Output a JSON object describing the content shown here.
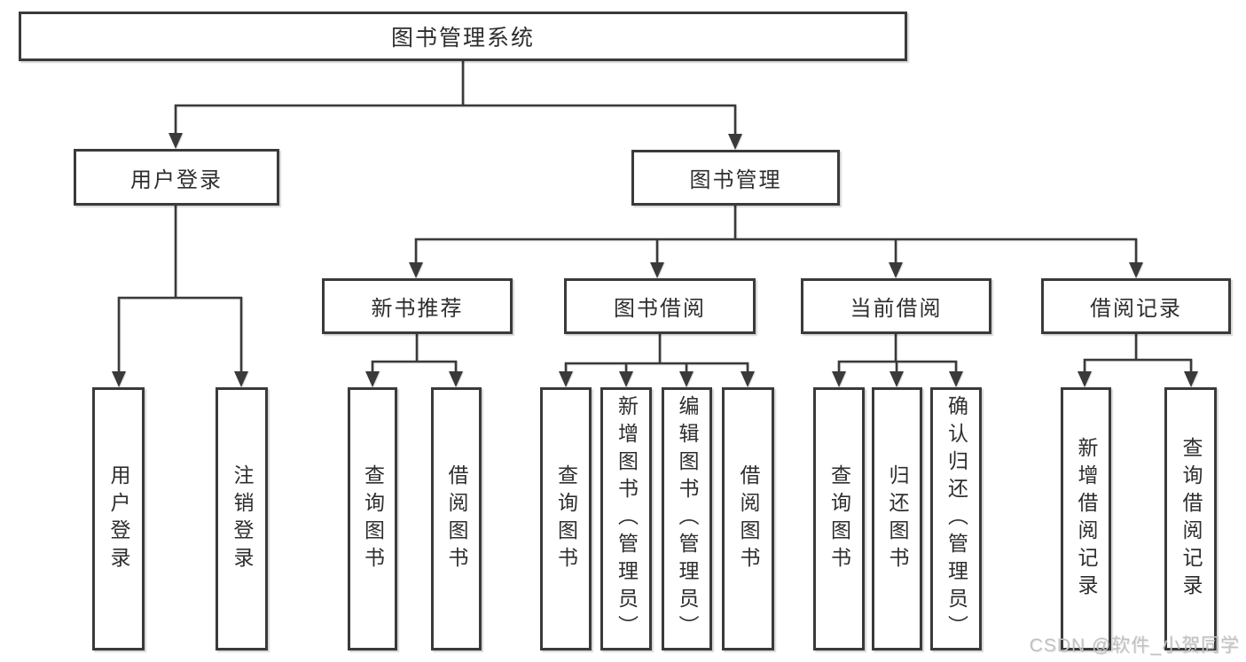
{
  "diagram": {
    "title": "图书管理系统",
    "nodes": {
      "root": "图书管理系统",
      "l2": [
        "用户登录",
        "图书管理"
      ],
      "l3": [
        "新书推荐",
        "图书借阅",
        "当前借阅",
        "借阅记录"
      ],
      "leaves": [
        "用户登录",
        "注销登录",
        "查询图书",
        "借阅图书",
        "查询图书",
        "新增图书（管理员）",
        "编辑图书（管理员）",
        "借阅图书",
        "查询图书",
        "归还图书",
        "确认归还（管理员）",
        "新增借阅记录",
        "查询借阅记录"
      ]
    },
    "watermark": "CSDN @软件_小贺同学"
  },
  "colors": {
    "line": "#3a3a3a",
    "text": "#2e2e2e",
    "bg": "#ffffff",
    "watermark": "#c2c2c2"
  }
}
